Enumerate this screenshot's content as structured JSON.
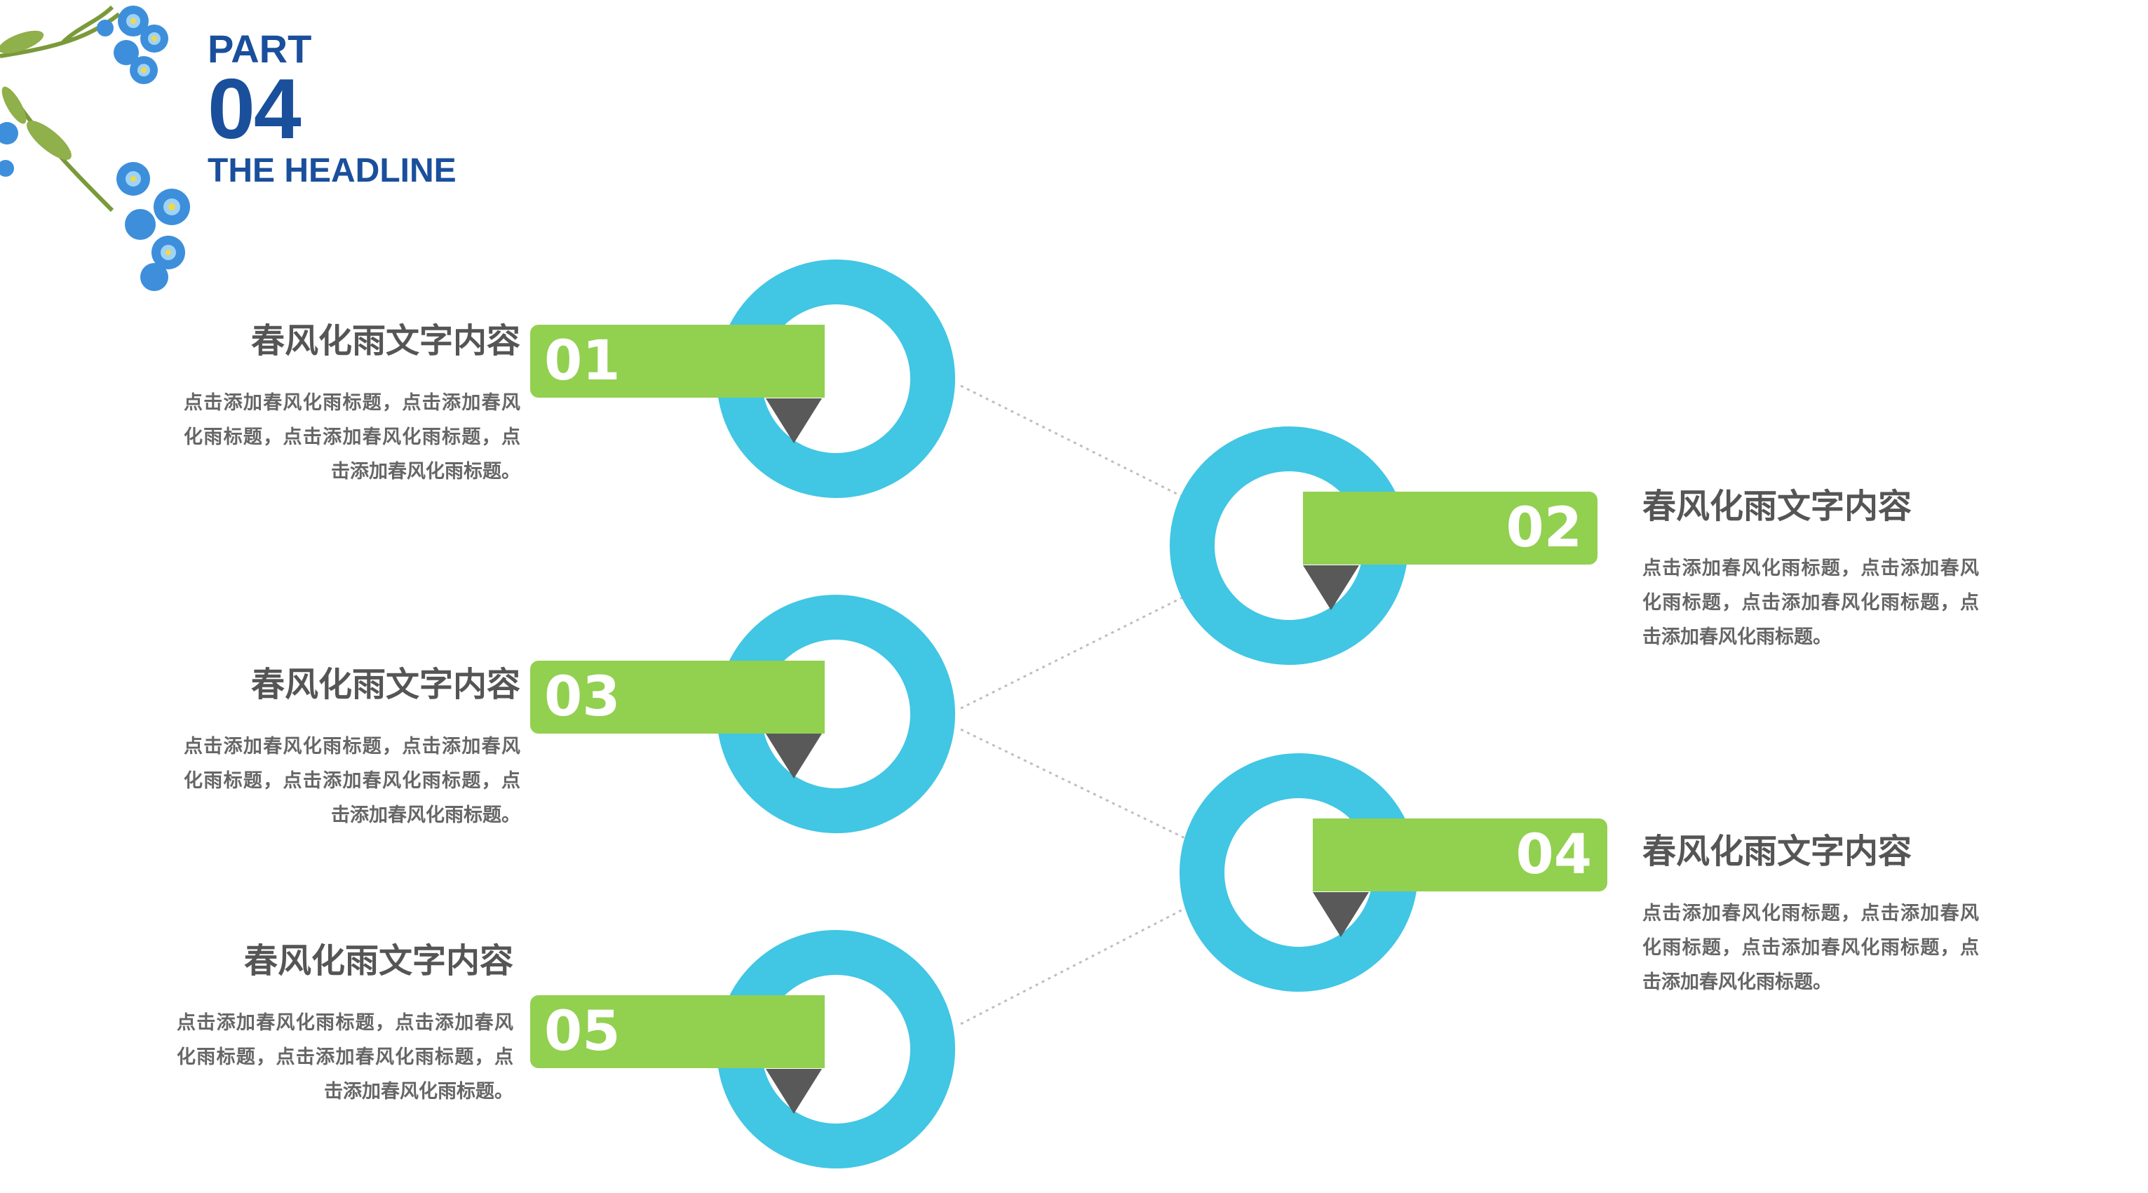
{
  "header": {
    "part": "PART",
    "number": "04",
    "headline": "THE HEADLINE"
  },
  "colors": {
    "ring": "#41c6e4",
    "band": "#92d050",
    "wedge": "#595959",
    "title": "#1a4f9c",
    "text": "#555555",
    "connector": "#bfbfbf"
  },
  "items": [
    {
      "number": "01",
      "title": "春风化雨文字内容",
      "body": "点击添加春风化雨标题，点击添加春风化雨标题，点击添加春风化雨标题，点击添加春风化雨标题。"
    },
    {
      "number": "02",
      "title": "春风化雨文字内容",
      "body": "点击添加春风化雨标题，点击添加春风化雨标题，点击添加春风化雨标题，点击添加春风化雨标题。"
    },
    {
      "number": "03",
      "title": "春风化雨文字内容",
      "body": "点击添加春风化雨标题，点击添加春风化雨标题，点击添加春风化雨标题，点击添加春风化雨标题。"
    },
    {
      "number": "04",
      "title": "春风化雨文字内容",
      "body": "点击添加春风化雨标题，点击添加春风化雨标题，点击添加春风化雨标题，点击添加春风化雨标题。"
    },
    {
      "number": "05",
      "title": "春风化雨文字内容",
      "body": "点击添加春风化雨标题，点击添加春风化雨标题，点击添加春风化雨标题，点击添加春风化雨标题。"
    }
  ]
}
